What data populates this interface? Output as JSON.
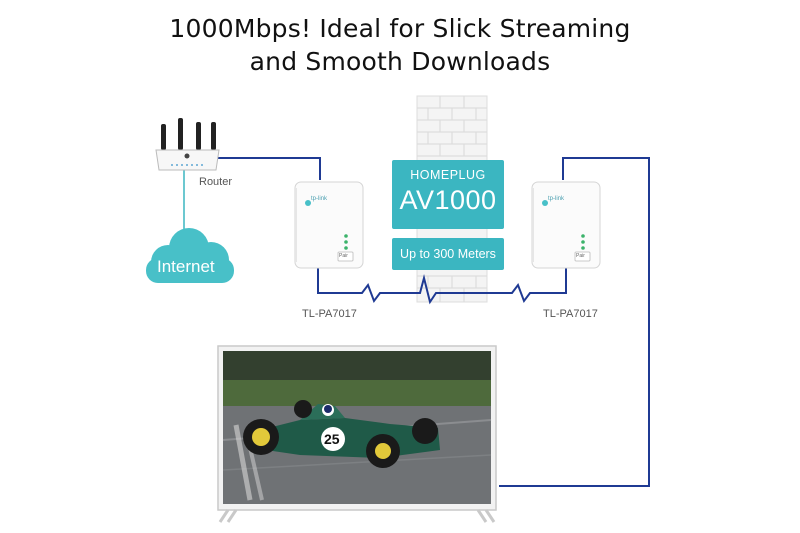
{
  "headline": {
    "line1": "1000Mbps! Ideal for Slick Streaming",
    "line2": "and Smooth Downloads"
  },
  "router": {
    "label": "Router",
    "icon": "router-icon"
  },
  "internet": {
    "label": "Internet",
    "icon": "cloud-icon"
  },
  "homeplug": {
    "small": "HOMEPLUG",
    "big": "AV1000"
  },
  "range": {
    "label": "Up to 300 Meters"
  },
  "adapters": [
    {
      "model": "TL-PA7017",
      "brand": "tp-link",
      "button": "Pair"
    },
    {
      "model": "TL-PA7017",
      "brand": "tp-link",
      "button": "Pair"
    }
  ],
  "tv": {
    "car_number": "25",
    "icon": "tv-icon"
  },
  "colors": {
    "cable": "#1f3a93",
    "accent": "#3bb6c1",
    "wall": "#ececec"
  }
}
